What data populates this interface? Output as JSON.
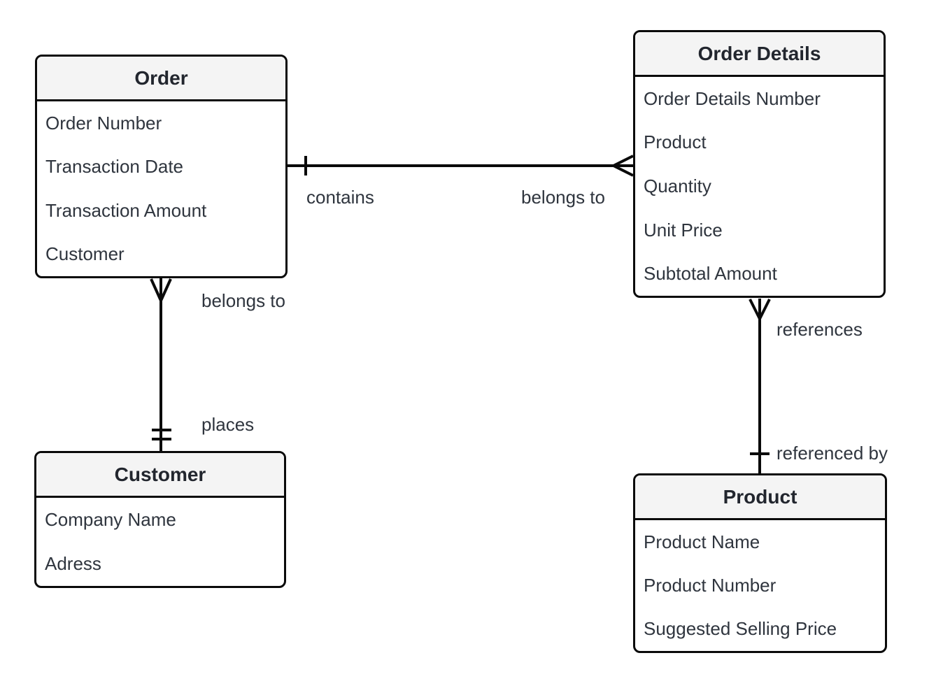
{
  "diagram": {
    "type": "entity-relationship-diagram",
    "entities": {
      "order": {
        "title": "Order",
        "attributes": [
          "Order Number",
          "Transaction Date",
          "Transaction Amount",
          "Customer"
        ]
      },
      "order_details": {
        "title": "Order Details",
        "attributes": [
          "Order Details Number",
          "Product",
          "Quantity",
          "Unit Price",
          "Subtotal Amount"
        ]
      },
      "customer": {
        "title": "Customer",
        "attributes": [
          "Company Name",
          "Adress"
        ]
      },
      "product": {
        "title": "Product",
        "attributes": [
          "Product Name",
          "Product Number",
          "Suggested Selling Price"
        ]
      }
    },
    "relationships": {
      "order_orderdetails": {
        "from": "Order",
        "to": "Order Details",
        "label_near_order": "contains",
        "label_near_order_details": "belongs to",
        "cardinality_order_end": "one",
        "cardinality_order_details_end": "many"
      },
      "order_customer": {
        "from": "Order",
        "to": "Customer",
        "label_near_order": "belongs to",
        "label_near_customer": "places",
        "cardinality_order_end": "many",
        "cardinality_customer_end": "one-and-only-one"
      },
      "orderdetails_product": {
        "from": "Order Details",
        "to": "Product",
        "label_near_order_details": "references",
        "label_near_product": "referenced by",
        "cardinality_order_details_end": "many",
        "cardinality_product_end": "one"
      }
    },
    "colors": {
      "background": "#ffffff",
      "entity_border": "#0a0a0a",
      "entity_header_fill": "#f4f4f4",
      "entity_body_fill": "#ffffff",
      "line": "#0a0a0a",
      "text": "#2f353e",
      "title_text": "#22262e"
    }
  }
}
